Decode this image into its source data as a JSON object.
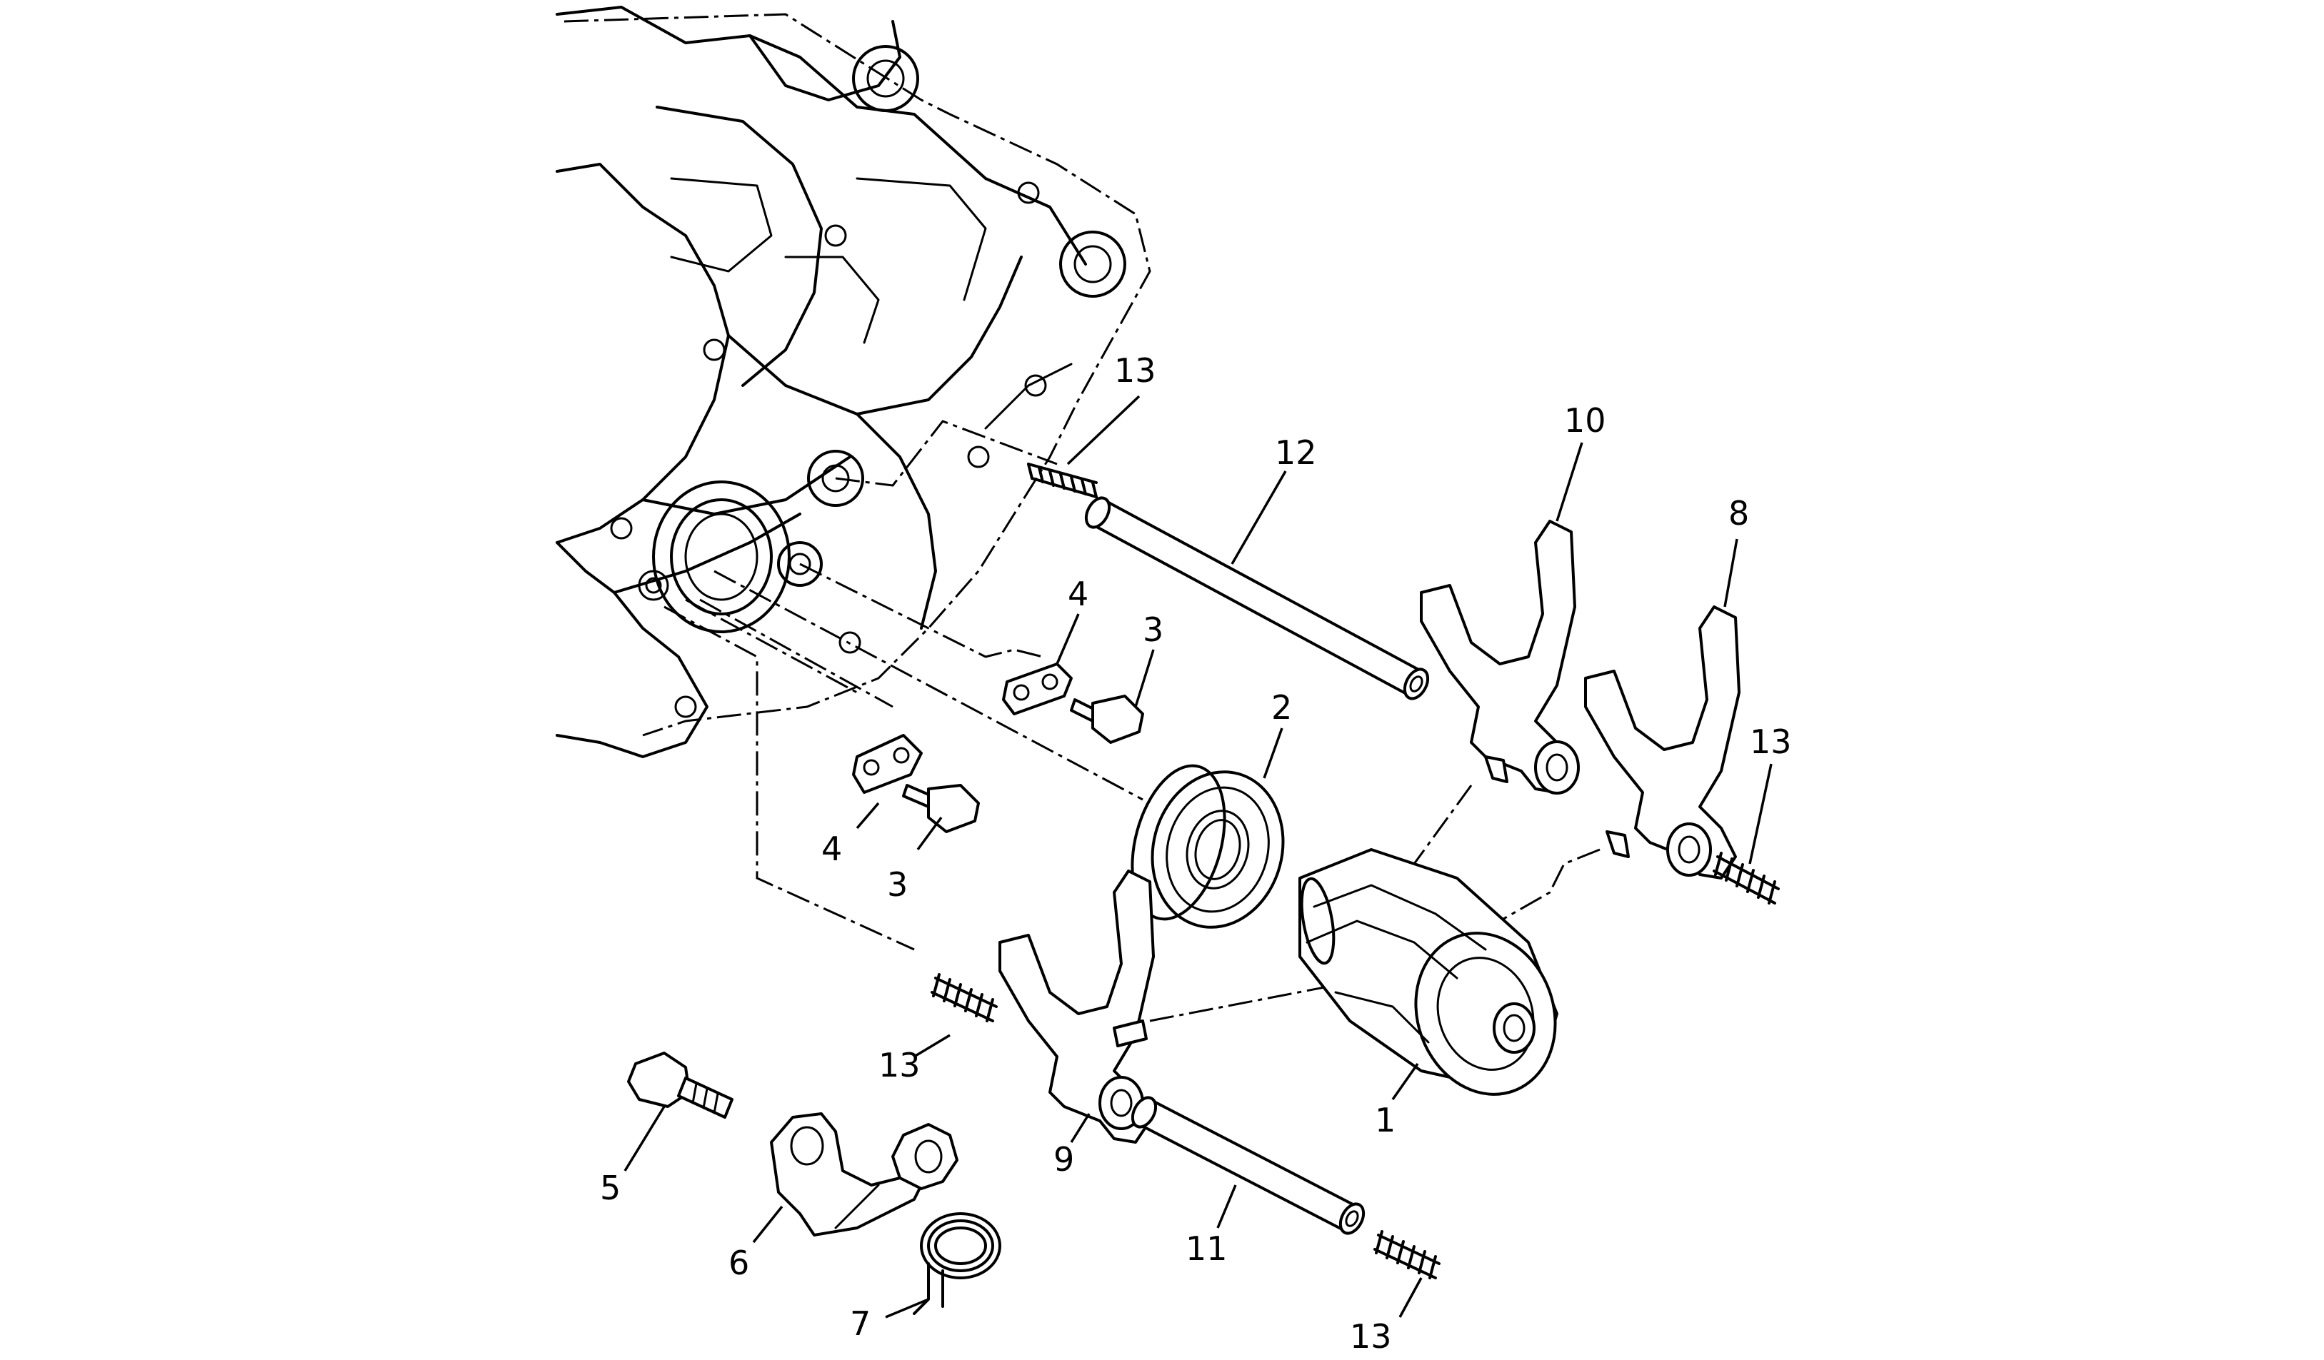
{
  "diagram": {
    "callouts": [
      {
        "id": "c1",
        "label": "1"
      },
      {
        "id": "c2",
        "label": "2"
      },
      {
        "id": "c3a",
        "label": "3"
      },
      {
        "id": "c3b",
        "label": "3"
      },
      {
        "id": "c4a",
        "label": "4"
      },
      {
        "id": "c4b",
        "label": "4"
      },
      {
        "id": "c5",
        "label": "5"
      },
      {
        "id": "c6",
        "label": "6"
      },
      {
        "id": "c7",
        "label": "7"
      },
      {
        "id": "c8",
        "label": "8"
      },
      {
        "id": "c9",
        "label": "9"
      },
      {
        "id": "c10",
        "label": "10"
      },
      {
        "id": "c11",
        "label": "11"
      },
      {
        "id": "c12",
        "label": "12"
      },
      {
        "id": "c13a",
        "label": "13"
      },
      {
        "id": "c13b",
        "label": "13"
      },
      {
        "id": "c13c",
        "label": "13"
      },
      {
        "id": "c13d",
        "label": "13"
      }
    ]
  }
}
